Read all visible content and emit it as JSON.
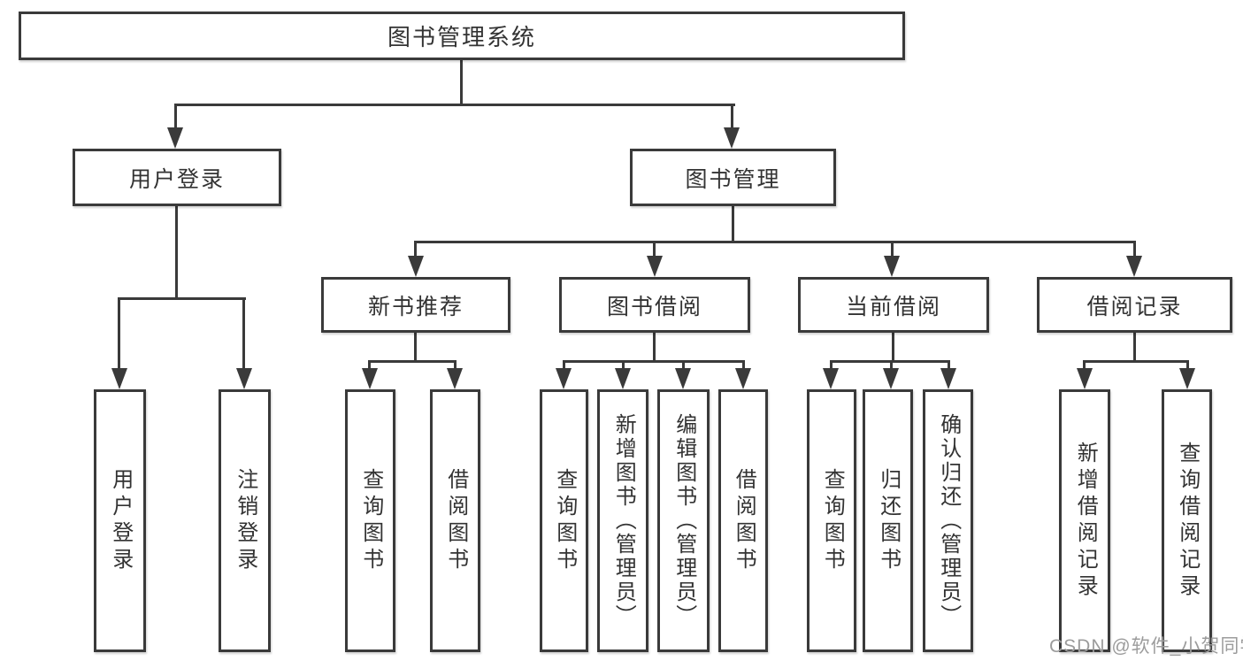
{
  "tree": {
    "root": {
      "label": "图书管理系统",
      "children": {
        "userLogin": {
          "label": "用户登录",
          "children": {
            "login": {
              "label": "用户登录"
            },
            "logout": {
              "label": "注销登录"
            }
          }
        },
        "bookMgmt": {
          "label": "图书管理",
          "children": {
            "newBook": {
              "label": "新书推荐",
              "children": {
                "query": {
                  "label": "查询图书"
                },
                "borrow": {
                  "label": "借阅图书"
                }
              }
            },
            "bookBorrow": {
              "label": "图书借阅",
              "children": {
                "query": {
                  "label": "查询图书"
                },
                "add": {
                  "label": "新增图书（管理员）"
                },
                "edit": {
                  "label": "编辑图书（管理员）"
                },
                "borrow": {
                  "label": "借阅图书"
                }
              }
            },
            "currentBorrow": {
              "label": "当前借阅",
              "children": {
                "query": {
                  "label": "查询图书"
                },
                "return": {
                  "label": "归还图书"
                },
                "confirm": {
                  "label": "确认归还（管理员）"
                }
              }
            },
            "borrowRecord": {
              "label": "借阅记录",
              "children": {
                "addRecord": {
                  "label": "新增借阅记录"
                },
                "queryRecord": {
                  "label": "查询借阅记录"
                }
              }
            }
          }
        }
      }
    }
  },
  "watermark": {
    "text": "CSDN @软件_小贺同学"
  },
  "colors": {
    "line": "#3a3a3a",
    "text": "#333333",
    "watermark": "#9c9c9c",
    "background": "#ffffff"
  }
}
